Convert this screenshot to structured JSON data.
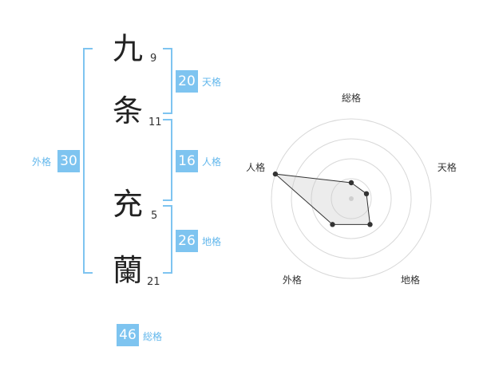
{
  "name": {
    "chars": [
      {
        "char": "九",
        "strokes": "9"
      },
      {
        "char": "条",
        "strokes": "11"
      },
      {
        "char": "充",
        "strokes": "5"
      },
      {
        "char": "蘭",
        "strokes": "21"
      }
    ]
  },
  "fortunes": {
    "ten": {
      "value": "20",
      "label": "天格"
    },
    "jin": {
      "value": "16",
      "label": "人格"
    },
    "chi": {
      "value": "26",
      "label": "地格"
    },
    "gai": {
      "value": "30",
      "label": "外格"
    },
    "sou": {
      "value": "46",
      "label": "総格"
    }
  },
  "colors": {
    "accent": "#7ec4f0",
    "accent_text": "#62b7ec"
  },
  "chart_data": {
    "type": "radar",
    "axes": [
      "総格",
      "天格",
      "地格",
      "外格",
      "人格"
    ],
    "values": [
      1,
      1,
      2,
      2,
      5
    ],
    "range": [
      0,
      5
    ],
    "rings": 4
  }
}
